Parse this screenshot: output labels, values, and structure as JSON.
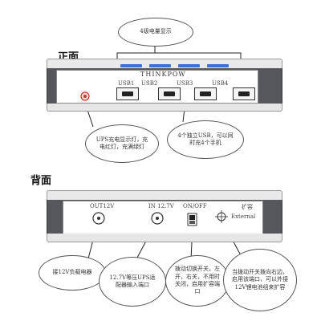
{
  "front_title": "正面",
  "back_title": "背面",
  "brand": "THINKPOW",
  "front": {
    "ports": [
      "USB1",
      "USB2",
      "USB3",
      "USB4"
    ],
    "callouts": {
      "battery": "4级电量显示",
      "ups": "UPS充电显示灯，充电红灯，充满绿灯",
      "usb": "4个独立USB，可以同时充4个手机"
    }
  },
  "back": {
    "labels": {
      "out": "OUT12V",
      "in": "IN 12.7V",
      "switch": "ON/OFF",
      "expand": "扩容",
      "external": "External"
    },
    "callouts": {
      "load": "接12V负载电器",
      "input": "12.7V等压UPS适配器输入端口",
      "toggle": "拨动切换开关，左开，右关，不用时关闭，启用扩容端口",
      "expand": "当拨动开关拨向右边，启用该端口，可以外接12V锂电池组来扩容"
    }
  },
  "colors": {
    "led": "#3b6fd6",
    "body": "#55575b"
  }
}
